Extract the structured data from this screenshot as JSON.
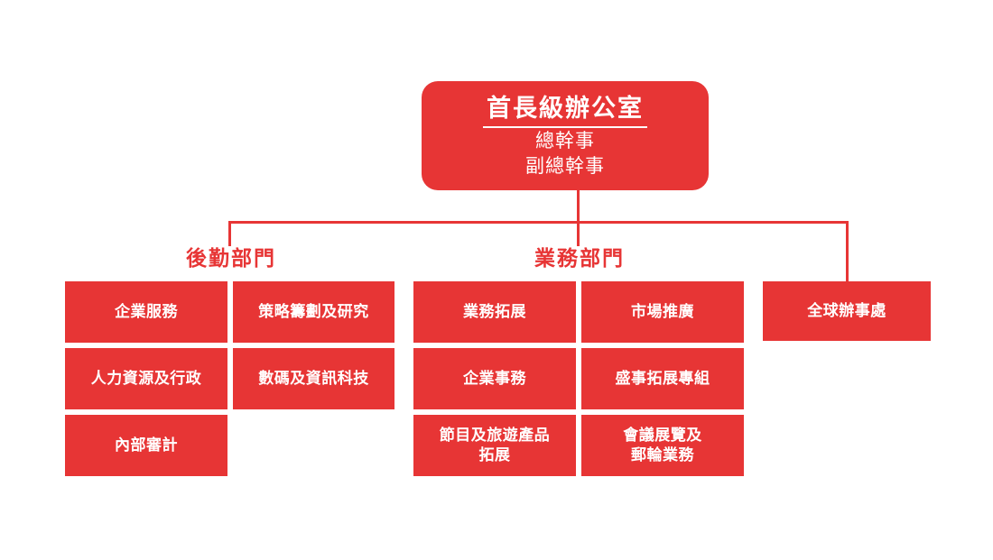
{
  "top_office": {
    "title": "首長級辦公室",
    "roles": [
      "總幹事",
      "副總幹事"
    ]
  },
  "departments": {
    "logistics": {
      "label": "後勤部門",
      "units": [
        "企業服務",
        "策略籌劃及研究",
        "人力資源及行政",
        "數碼及資訊科技",
        "內部審計"
      ]
    },
    "business": {
      "label": "業務部門",
      "units": [
        "業務拓展",
        "市場推廣",
        "企業事務",
        "盛事拓展專組",
        "節目及旅遊產品\n拓展",
        "會議展覽及\n郵輪業務"
      ]
    },
    "global": {
      "units": [
        "全球辦事處"
      ]
    }
  },
  "colors": {
    "accent": "#e73535",
    "text_on_accent": "#ffffff",
    "background": "#ffffff"
  }
}
